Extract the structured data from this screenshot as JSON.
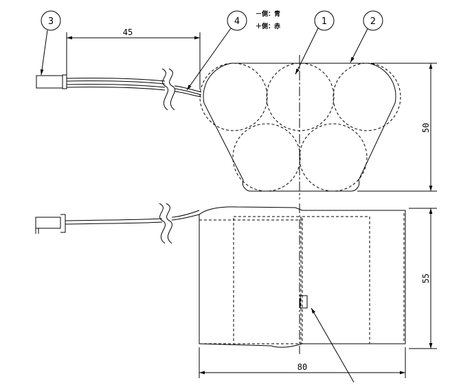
{
  "dimensions": {
    "lead_length": "45",
    "pack_height": "50",
    "side_height": "55",
    "width": "80"
  },
  "callouts": [
    "3",
    "4",
    "1",
    "2"
  ],
  "legend": {
    "negative": "－側：青",
    "positive": "＋側：赤"
  },
  "colors": {
    "line": "#000000",
    "background": "#ffffff"
  }
}
